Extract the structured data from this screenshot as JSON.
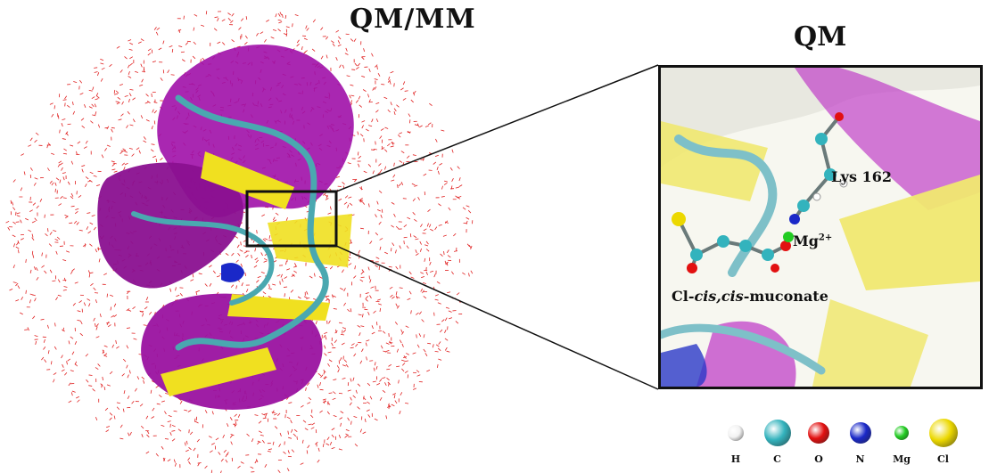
{
  "titles": {
    "qmmm": "QM/MM",
    "qm": "QM"
  },
  "labels": {
    "lys": "Lys 162",
    "mg": "Mg",
    "mg_charge": "2+",
    "muconate_prefix": "Cl-",
    "muconate_italic": "cis,cis",
    "muconate_suffix": "-muconate"
  },
  "legend": [
    {
      "symbol": "H",
      "color": "#f2f2f2",
      "size": 18
    },
    {
      "symbol": "C",
      "color": "#33b3bd",
      "size": 30
    },
    {
      "symbol": "O",
      "color": "#e21010",
      "size": 24
    },
    {
      "symbol": "N",
      "color": "#1a28c8",
      "size": 24
    },
    {
      "symbol": "Mg",
      "color": "#22cc22",
      "size": 16
    },
    {
      "symbol": "Cl",
      "color": "#ecd800",
      "size": 32
    }
  ],
  "colors": {
    "helix": "#a010a8",
    "sheet": "#f0e020",
    "coil": "#4aa8b0",
    "water": "#e02020"
  }
}
